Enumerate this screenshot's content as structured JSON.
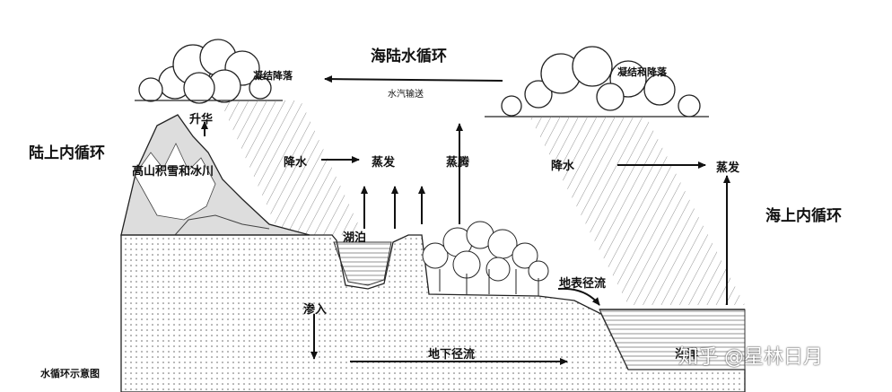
{
  "diagram": {
    "title_ocean_land": "海陆水循环",
    "water_vapor_transport": "水汽输送",
    "land_cycle": "陆上内循环",
    "ocean_cycle": "海上内循环",
    "condensation_land": "凝结降落",
    "condensation_ocean": "凝结和降落",
    "sublimation": "升华",
    "snow_glacier": "高山积雪和冰川",
    "precipitation_land": "降水",
    "precipitation_ocean": "降水",
    "evaporation_land": "蒸发",
    "evaporation_ocean": "蒸发",
    "transpiration": "蒸腾",
    "lake": "湖泊",
    "surface_runoff": "地表径流",
    "infiltration": "渗入",
    "groundwater_flow": "地下径流",
    "caption": "水循环示意图",
    "sea": "海洋",
    "watermark": "知乎 @星林日月"
  }
}
